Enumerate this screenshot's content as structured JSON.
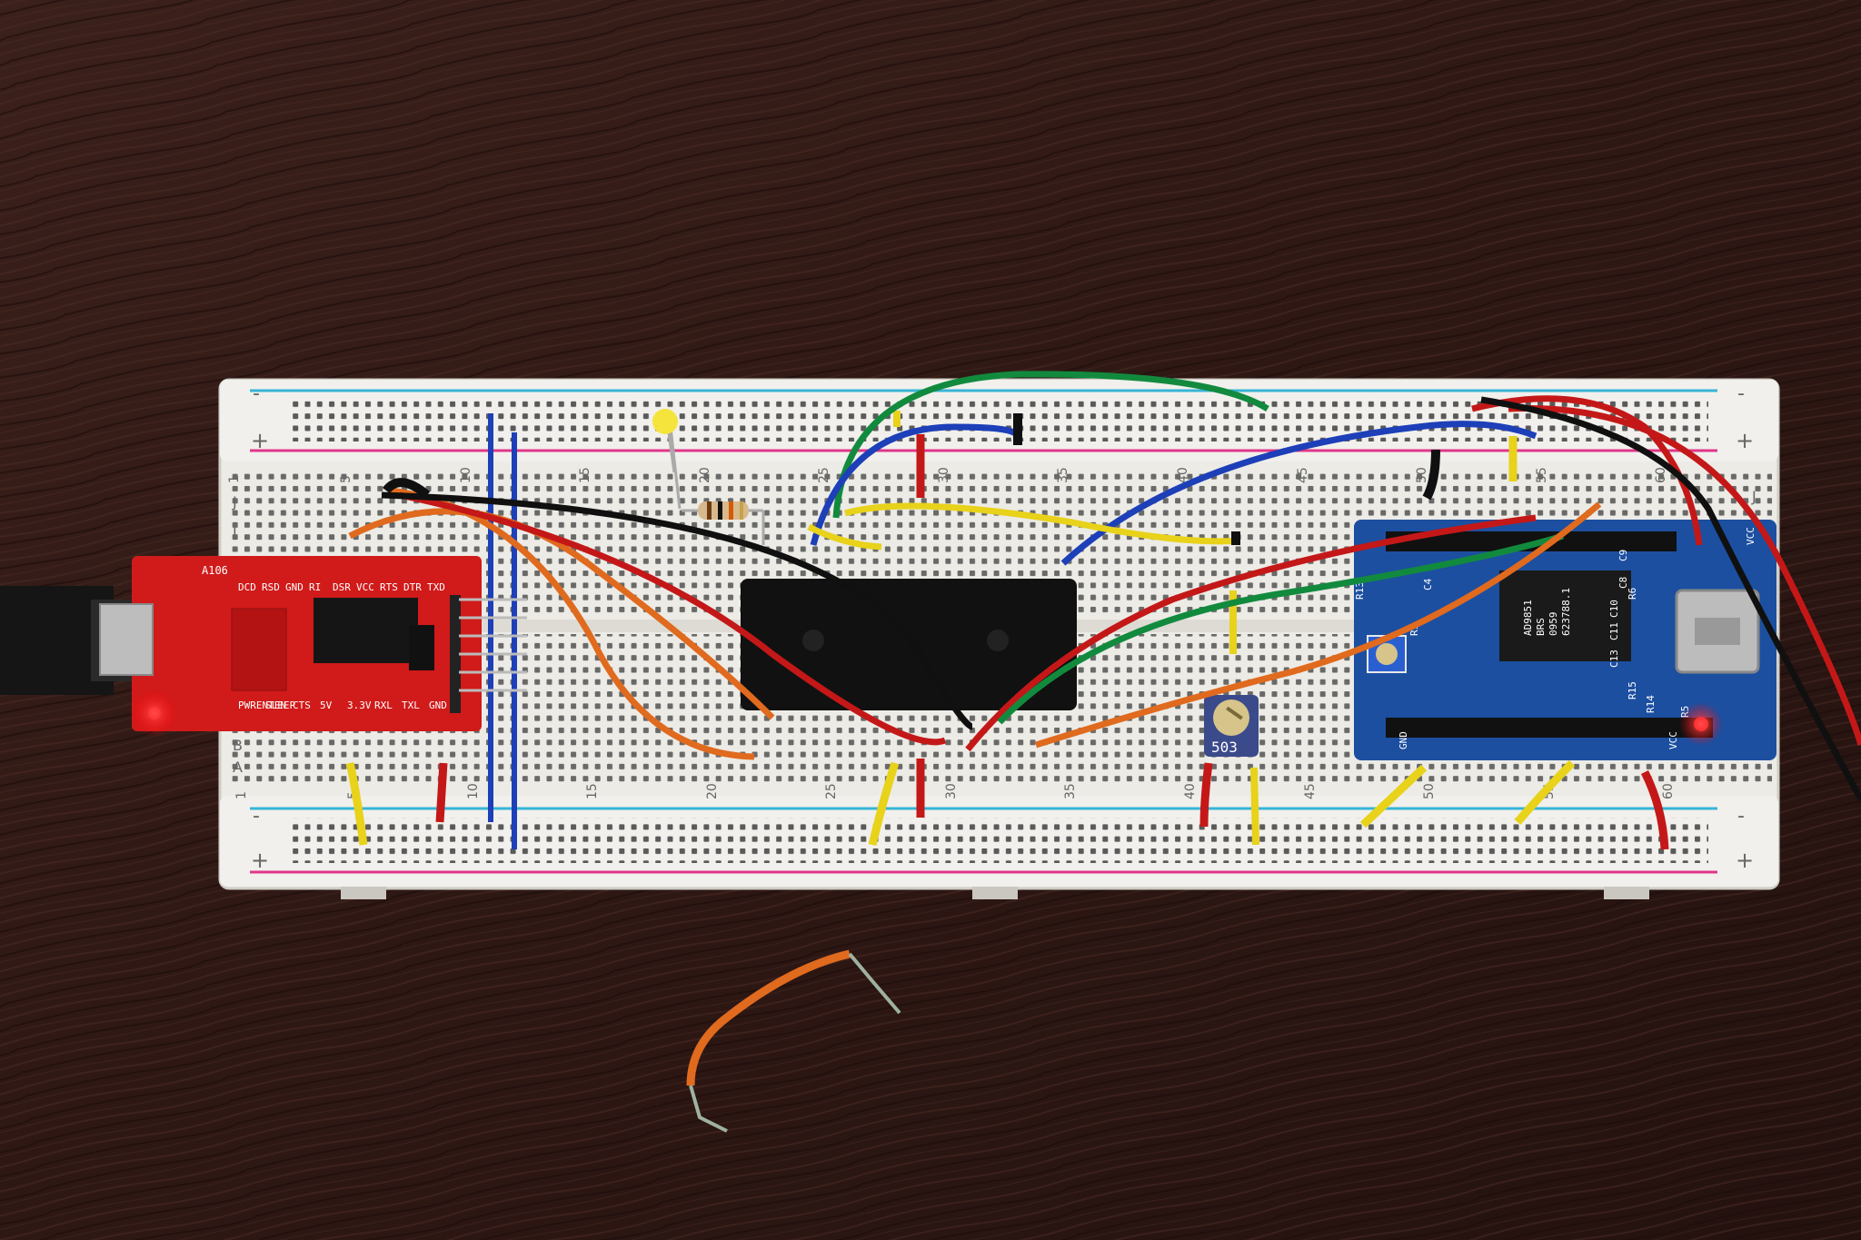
{
  "breadboard": {
    "column_numbers": [
      "1",
      "5",
      "10",
      "15",
      "20",
      "25",
      "30",
      "35",
      "40",
      "45",
      "50",
      "55",
      "60"
    ],
    "row_letters_top": [
      "J",
      "I",
      "H"
    ],
    "row_letters_bottom": [
      "B",
      "A"
    ],
    "rail_minus": "-",
    "rail_plus": "+"
  },
  "usb_module": {
    "label_top": "A106",
    "pin_labels_top": [
      "DCD",
      "RSD",
      "GND",
      "RI",
      "DSR",
      "VCC",
      "RTS",
      "DTR",
      "TXD"
    ],
    "pin_labels_bottom": [
      "PWRENTEN",
      "SLEEP",
      "CTS",
      "5V",
      "3.3V",
      "RXL",
      "TXL",
      "GND"
    ],
    "color": "#d11a1a"
  },
  "dds_module": {
    "chip_text_lines": [
      "AD9851",
      "BRS",
      "0959",
      "623788.1"
    ],
    "pin_labels": [
      "GND",
      "VCC",
      "VCC",
      "R5"
    ],
    "silk_labels": [
      "R13",
      "R9",
      "C4",
      "C9",
      "C8",
      "C10",
      "C11",
      "C13",
      "R6",
      "R15",
      "R14"
    ],
    "color": "#1c4fa0"
  },
  "trimpot": {
    "label": "503"
  },
  "wire_colors": {
    "red": "#c41818",
    "orange": "#e06a1e",
    "yellow": "#e8d21a",
    "green": "#128a3e",
    "blue": "#1d3fb8",
    "black": "#101010"
  }
}
